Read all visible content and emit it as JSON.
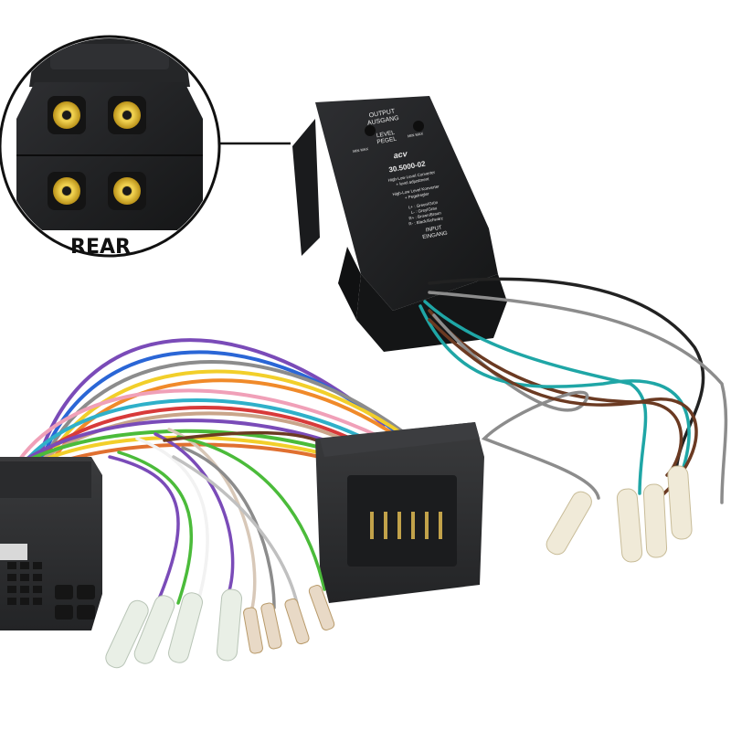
{
  "inset": {
    "label": "REAR"
  },
  "converter": {
    "brand_logo": "acv",
    "output_label": "OUTPUT",
    "output_label_de": "AUSGANG",
    "level_label": "LEVEL",
    "level_label_de": "PEGEL",
    "level_left_marks": "MIN MAX",
    "level_right_marks": "MIN MAX",
    "model_number": "30.5000-02",
    "desc_en_1": "High-Low Level Converter",
    "desc_en_2": "+ level adjustment",
    "desc_de_1": "High-Low Level Konverter",
    "desc_de_2": "+ Pegelregler",
    "wiring": [
      "L+ : Green/Grün",
      "L- : Grey/Grau",
      "R+ : Brown/Braun",
      "R- : Black/Schwarz"
    ],
    "input_label": "INPUT",
    "input_label_de": "EINGANG"
  },
  "colors": {
    "housing": "#1f2022",
    "rca_gold": "#e3c23c",
    "wire_green": "#4bbb3a",
    "wire_grey": "#8c8c8c",
    "wire_brown": "#6b3a22",
    "wire_black": "#222222",
    "wire_teal": "#1fa6a6",
    "wire_purple": "#7a4bb8",
    "wire_blue": "#2a66d6",
    "wire_yellow": "#f2cf2a",
    "wire_orange": "#f08a2a",
    "wire_pink": "#f0a0b8",
    "wire_red": "#d83a3a"
  }
}
